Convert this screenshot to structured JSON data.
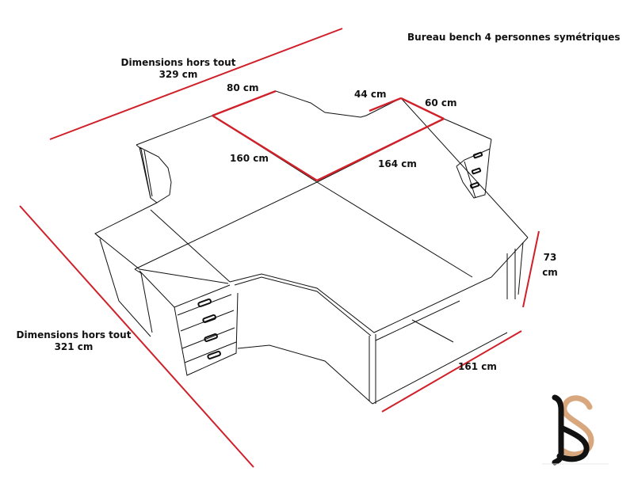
{
  "title": "Bureau bench 4 personnes symétriques",
  "colors": {
    "dimension_line": "#d0202a",
    "outline": "#111111",
    "logo_dark": "#111111",
    "logo_accent": "#d9a77e"
  },
  "dimensions": {
    "overall_width": {
      "label": "Dimensions hors tout",
      "value": "329 cm"
    },
    "overall_depth": {
      "label": "Dimensions hors tout",
      "value": "321 cm"
    },
    "desk_depth": "80 cm",
    "desk_length": "160 cm",
    "return_44": "44 cm",
    "return_60": "60 cm",
    "desk_164": "164 cm",
    "height_value": "73",
    "height_unit": "cm",
    "desk_161": "161 cm"
  },
  "logo": {
    "icon": "bs-monogram-logo"
  }
}
